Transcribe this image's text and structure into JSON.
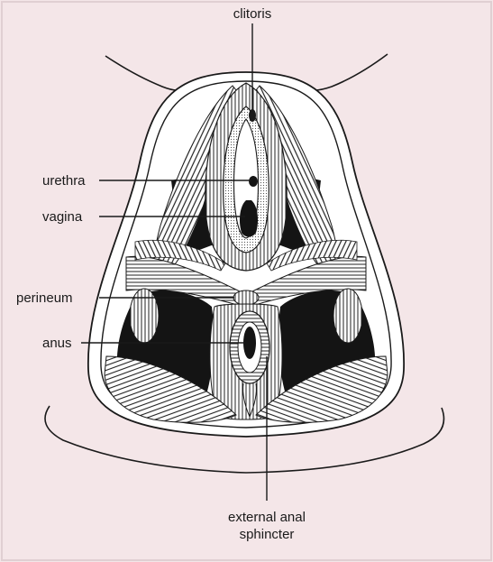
{
  "labels": {
    "clitoris": "clitoris",
    "urethra": "urethra",
    "vagina": "vagina",
    "perineum": "perineum",
    "anus": "anus",
    "sphincter_line1": "external anal",
    "sphincter_line2": "sphincter"
  },
  "colors": {
    "background": "#f4e6e8",
    "ink": "#1a1a1a",
    "muscle_fill": "#d9d9d9",
    "dark_fossa": "#141414"
  }
}
